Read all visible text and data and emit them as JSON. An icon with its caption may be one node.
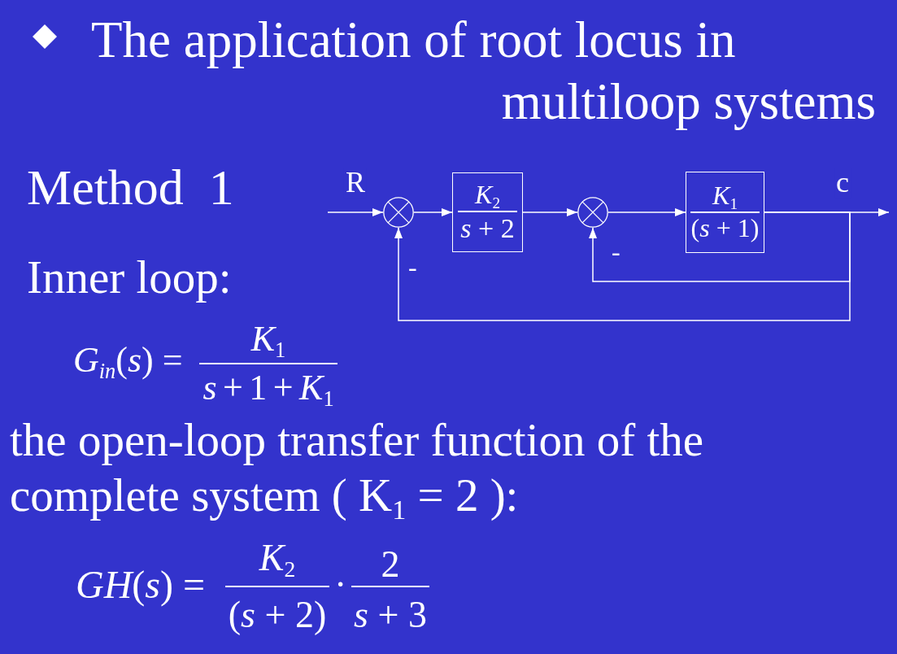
{
  "diagram": {
    "title": "The application of root locus in multiloop systems",
    "nodes": [
      {
        "text": [],
        "shape": "circle"
      },
      {
        "text": [
          "*K*$_{2}$",
          "*s* + 2"
        ]
      },
      {
        "text": [],
        "shape": "circle"
      },
      {
        "text": [
          "*K*$_{1}$",
          "(*s* + 1)"
        ]
      }
    ],
    "edges": [
      {
        "from": null,
        "to": 0,
        "arrow": "to",
        "label": "R"
      },
      {
        "from": 0,
        "to": 1,
        "arrow": "to"
      },
      {
        "from": 1,
        "to": 2,
        "arrow": "to"
      },
      {
        "from": 2,
        "to": 3,
        "arrow": "to"
      },
      {
        "from": 3,
        "to": null,
        "arrow": "to",
        "label": "c"
      },
      {
        "from": 3,
        "to": 2,
        "arrow": "to"
      },
      {
        "from": 3,
        "to": 0,
        "arrow": "to"
      }
    ],
    "labels": [
      "Method  1",
      "-",
      "-",
      "Inner loop:",
      "*G*$_{in}$(*s*) =",
      "*K*$_{1}$",
      "*s* + 1 + *K*$_{1}$",
      "the open-loop transfer function of the complete system ( K$_{1}$ = 2 ):",
      "*GH*(*s*) =",
      "*K*$_{2}$",
      "(*s* + 2)",
      "·",
      "2",
      "*s* + 3"
    ]
  }
}
